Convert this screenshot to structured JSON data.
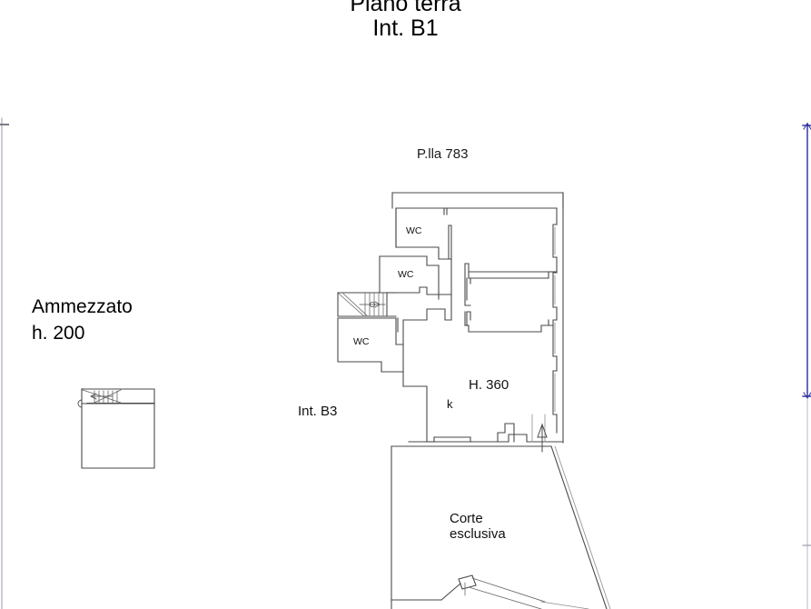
{
  "document": {
    "type": "cadastral-floor-plan",
    "language": "it",
    "background_color": "#ffffff",
    "line_color": "#3a3a3a",
    "text_color": "#111111",
    "marker_color": "#2b2b9e"
  },
  "header": {
    "title": "Piano terra",
    "subtitle": "Int. B1"
  },
  "annotations": {
    "parcel": "P.lla 783",
    "mezzanine_title": "Ammezzato",
    "mezzanine_height": "h. 200",
    "interior_other": "Int. B3",
    "height_main": "H. 360",
    "kitchen": "k",
    "courtyard_line1": "Corte",
    "courtyard_line2": "esclusiva"
  },
  "rooms": [
    {
      "name": "wc-top",
      "label": "WC"
    },
    {
      "name": "wc-middle",
      "label": "WC"
    },
    {
      "name": "wc-lower",
      "label": "WC"
    }
  ],
  "features": {
    "staircase_main": "staircase-icon",
    "staircase_mezzanine": "staircase-icon",
    "entry_arrow": "entry-arrow-icon",
    "gate": "gate-icon",
    "edge_marker_right": "scale-marker-icon",
    "edge_marker_left": "scale-marker-icon"
  }
}
